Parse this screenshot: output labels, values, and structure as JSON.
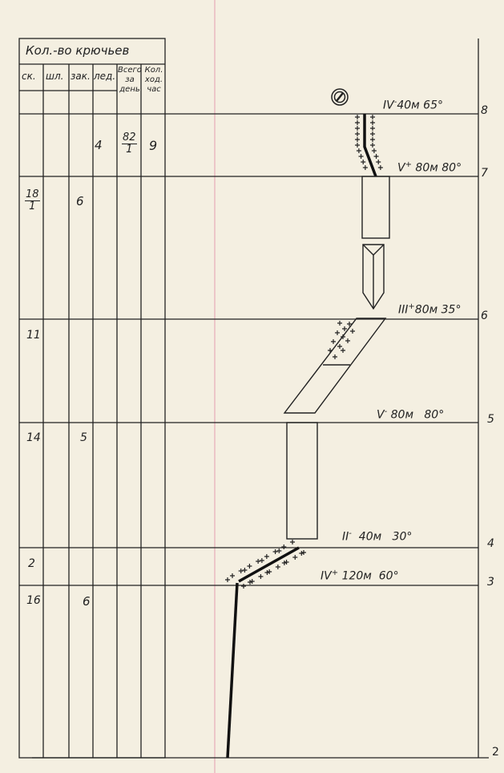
{
  "table": {
    "title": "Кол.-во крючьев",
    "headers": [
      "ск.",
      "шл.",
      "зак.",
      "лед.",
      "Всего за день",
      "Кол. ход. час"
    ],
    "header_lines": {
      "total": [
        "Всего",
        "за",
        "день"
      ],
      "hours": [
        "Кол.",
        "ход.",
        "час"
      ]
    },
    "rows": [
      {
        "led": "4",
        "total_num": "82",
        "total_den": "1",
        "hours": "9"
      },
      {
        "sk_num": "18",
        "sk_den": "1",
        "zak": "6"
      },
      {
        "sk": "11"
      },
      {
        "sk": "14",
        "zak": "5"
      },
      {
        "sk": "2"
      },
      {
        "sk": "16",
        "zak": "6"
      }
    ]
  },
  "pitches": [
    {
      "grade": "IV",
      "mod": "-",
      "length": "40м",
      "angle": "65°"
    },
    {
      "grade": "V",
      "mod": "+",
      "length": "80м",
      "angle": "80°"
    },
    {
      "grade": "III",
      "mod": "+",
      "length": "80м",
      "angle": "35°"
    },
    {
      "grade": "V",
      "mod": "-",
      "length": "80м",
      "angle": "80°"
    },
    {
      "grade": "II",
      "mod": "-",
      "length": "40м",
      "angle": "30°"
    },
    {
      "grade": "IV",
      "mod": "+",
      "length": "120м",
      "angle": "60°"
    }
  ],
  "section_numbers": [
    "8",
    "7",
    "6",
    "5",
    "4",
    "3",
    "2"
  ],
  "icons": {
    "top": "circle-slash-icon"
  }
}
